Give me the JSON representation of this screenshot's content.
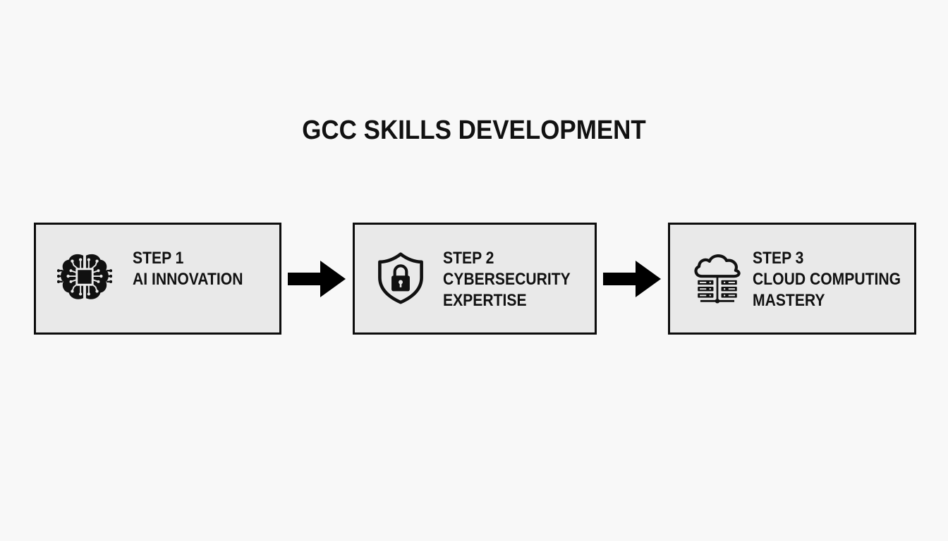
{
  "title": "GCC SKILLS DEVELOPMENT",
  "colors": {
    "background": "#f8f8f8",
    "box_fill": "#e9e9e9",
    "box_border": "#0d0d0d",
    "text": "#111111",
    "arrow": "#000000"
  },
  "steps": [
    {
      "step_label": "STEP 1",
      "line1": "AI INNOVATION",
      "line2": "",
      "icon": "brain-chip-icon"
    },
    {
      "step_label": "STEP 2",
      "line1": "CYBERSECURITY",
      "line2": "EXPERTISE",
      "icon": "shield-lock-icon"
    },
    {
      "step_label": "STEP 3",
      "line1": "CLOUD COMPUTING",
      "line2": "MASTERY",
      "icon": "cloud-server-icon"
    }
  ],
  "connectors": [
    {
      "from": "STEP 1",
      "to": "STEP 2",
      "icon": "arrow-right-icon"
    },
    {
      "from": "STEP 2",
      "to": "STEP 3",
      "icon": "arrow-right-icon"
    }
  ]
}
